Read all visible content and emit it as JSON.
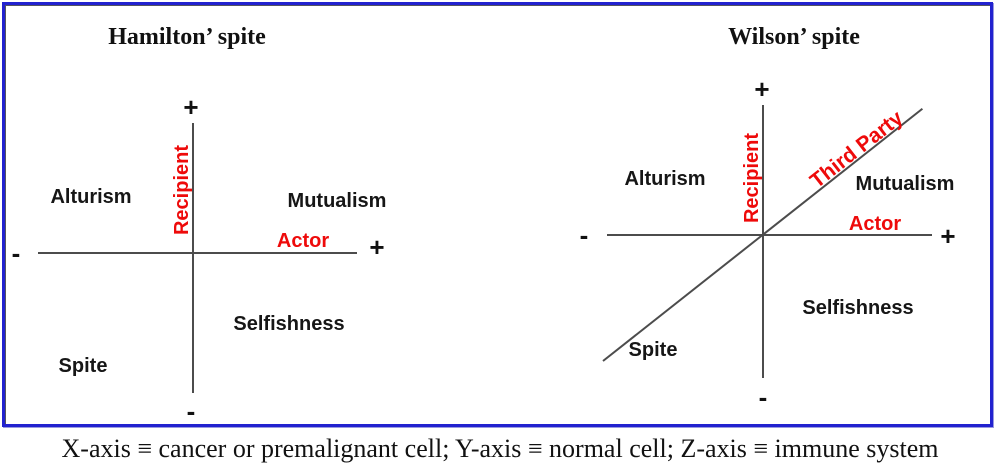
{
  "caption": "X-axis ≡ cancer or premalignant cell; Y-axis ≡ normal cell; Z-axis ≡ immune system",
  "colors": {
    "frame_blue": "#2222cf",
    "axis_gray": "#4c4c4c",
    "label_red": "#ee0a0a",
    "text_black": "#111111"
  },
  "panels": [
    {
      "title": "Hamilton’ spite",
      "y_axis_label": "Recipient",
      "x_axis_label": "Actor",
      "quadrant_top_left": "Alturism",
      "quadrant_top_right": "Mutualism",
      "quadrant_bottom_right": "Selfishness",
      "quadrant_bottom_left": "Spite",
      "sign_y_top": "+",
      "sign_y_bottom": "-",
      "sign_x_left": "-",
      "sign_x_right": "+"
    },
    {
      "title": "Wilson’ spite",
      "y_axis_label": "Recipient",
      "x_axis_label": "Actor",
      "diagonal_label": "Third Party",
      "quadrant_top_left": "Alturism",
      "quadrant_top_right": "Mutualism",
      "quadrant_bottom_right": "Selfishness",
      "quadrant_bottom_left": "Spite",
      "sign_y_top": "+",
      "sign_y_bottom": "-",
      "sign_x_left": "-",
      "sign_x_right": "+"
    }
  ]
}
